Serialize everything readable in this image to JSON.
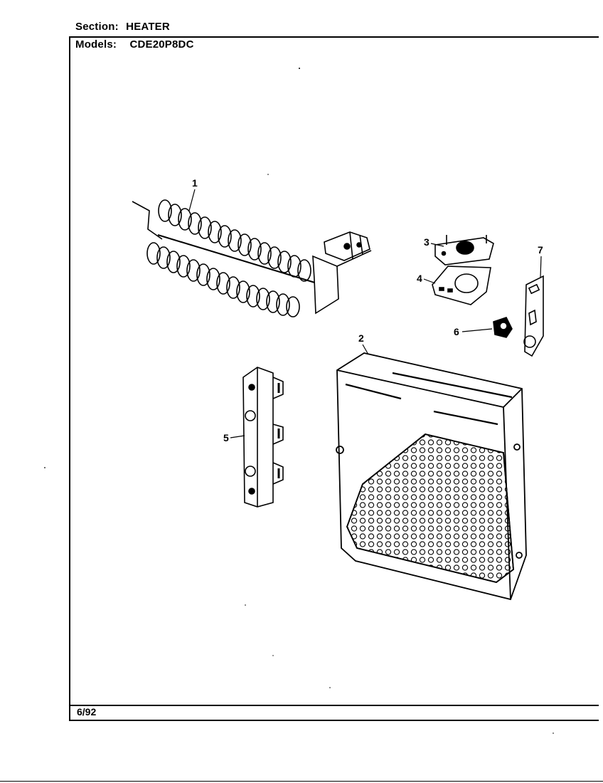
{
  "header": {
    "section_label": "Section:",
    "section_value": "HEATER",
    "models_label": "Models:",
    "models_value": "CDE20P8DC"
  },
  "footer": {
    "date": "6/92"
  },
  "callouts": [
    "1",
    "2",
    "3",
    "4",
    "5",
    "6",
    "7"
  ],
  "colors": {
    "ink": "#000000",
    "paper": "#ffffff"
  }
}
